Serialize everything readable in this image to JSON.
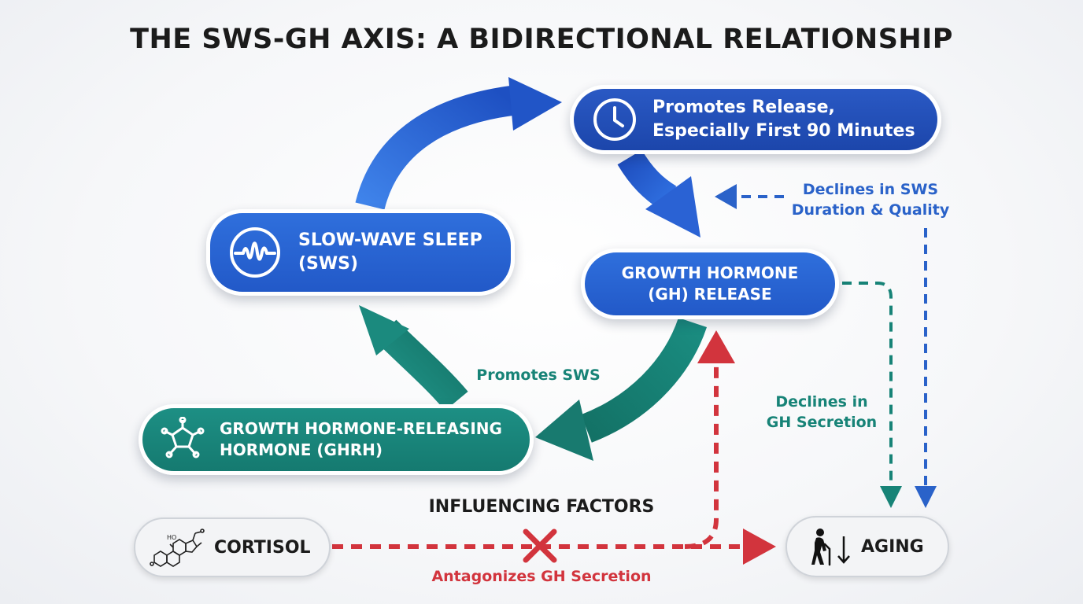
{
  "title": "THE SWS-GH AXIS: A BIDIRECTIONAL RELATIONSHIP",
  "nodes": {
    "promotes_release": "Promotes Release,\nEspecially First 90 Minutes",
    "sws": "SLOW-WAVE SLEEP\n(SWS)",
    "gh_release": "GROWTH HORMONE\n(GH) RELEASE",
    "ghrh": "GROWTH HORMONE-RELEASING\nHORMONE (GHRH)",
    "cortisol": "CORTISOL",
    "aging": "AGING"
  },
  "labels": {
    "promotes_sws": "Promotes SWS",
    "declines_sws": "Declines in SWS\nDuration & Quality",
    "declines_gh": "Declines in\nGH Secretion",
    "influencing_factors": "INFLUENCING FACTORS",
    "antagonizes": "Antagonizes GH Secretion"
  },
  "colors": {
    "blue_dark": "#1e4aae",
    "blue": "#2563d6",
    "teal": "#178377",
    "red": "#d2343d",
    "dashed_blue": "#2a62c9",
    "dashed_teal": "#178377"
  },
  "icons": {
    "promotes_release": "clock-icon",
    "sws": "brain-wave-icon",
    "ghrh": "molecule-icon",
    "cortisol": "steroid-structure-icon",
    "aging": "elderly-person-icon",
    "antagonize": "red-x-icon"
  }
}
